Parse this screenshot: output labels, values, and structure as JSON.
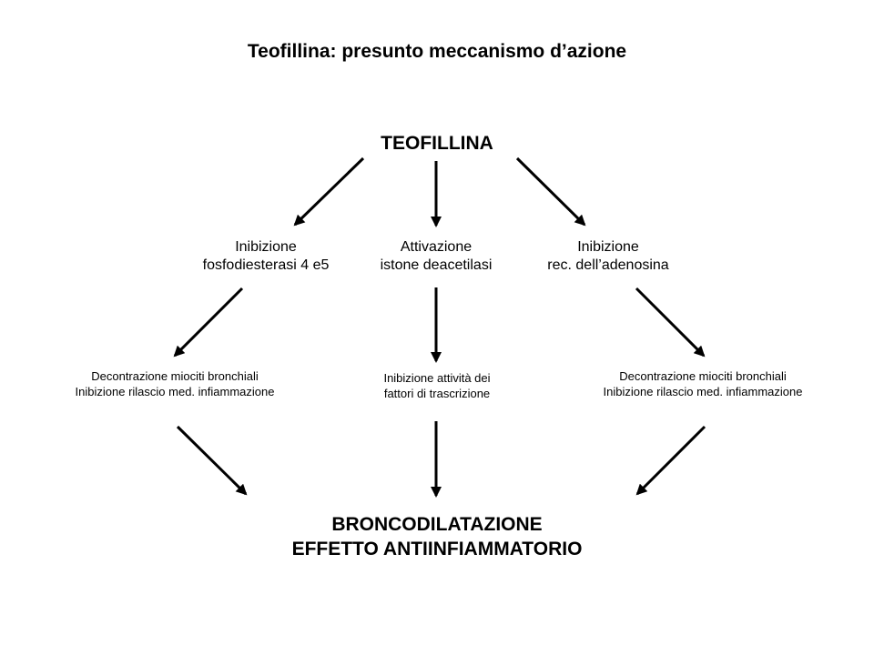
{
  "title": "Teofillina: presunto meccanismo d’azione",
  "drug": "TEOFILLINA",
  "mechanisms": [
    {
      "line1": "Inibizione",
      "line2": "fosfodiesterasi 4 e5"
    },
    {
      "line1": "Attivazione",
      "line2": "istone deacetilasi"
    },
    {
      "line1": "Inibizione",
      "line2": "rec. dell’adenosina"
    }
  ],
  "effects": [
    {
      "line1": "Decontrazione miociti bronchiali",
      "line2": "Inibizione rilascio med. infiammazione"
    },
    {
      "line1": "Inibizione attività dei",
      "line2": "fattori di trascrizione"
    },
    {
      "line1": "Decontrazione miociti bronchiali",
      "line2": "Inibizione rilascio med. infiammazione"
    }
  ],
  "outcome": {
    "line1": "BRONCODILATAZIONE",
    "line2": "EFFETTO ANTIINFIAMMATORIO"
  },
  "colors": {
    "text": "#000000",
    "arrow": "#000000",
    "background": "#ffffff"
  }
}
